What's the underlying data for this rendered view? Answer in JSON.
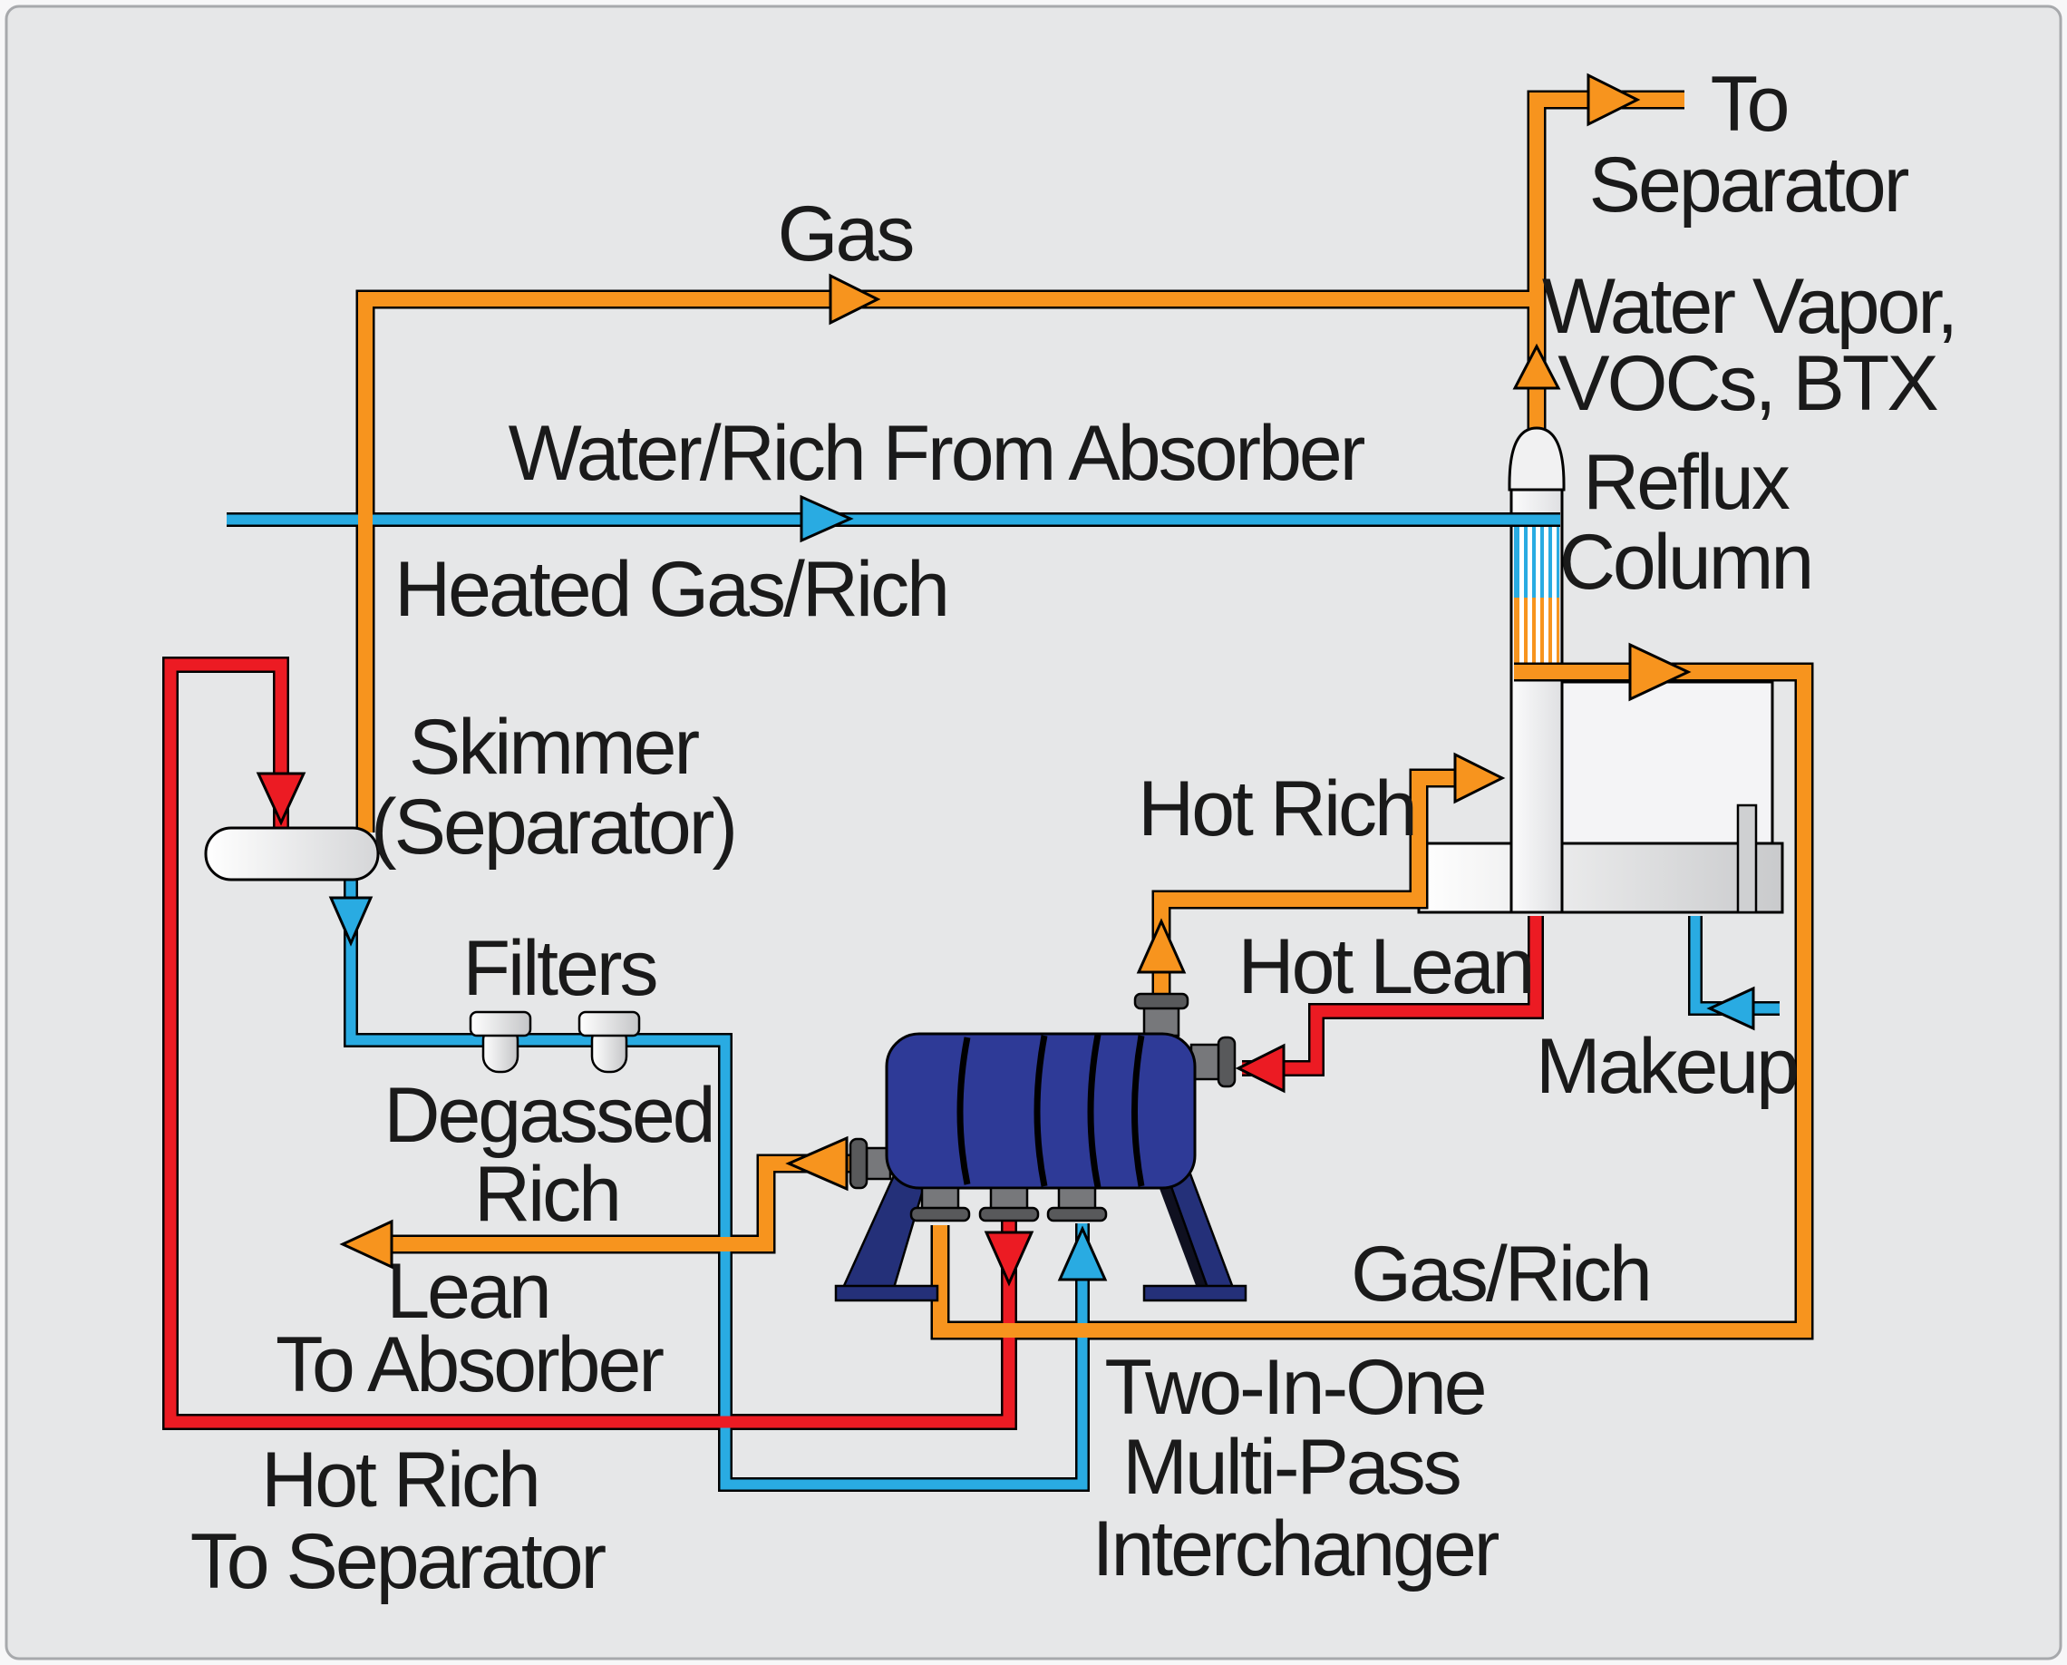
{
  "diagram": {
    "title_hint": "Two-In-One Multi-Pass Interchanger process flow diagram",
    "colors": {
      "gas_hot_stream": "#F7941E",
      "cool_rich_stream": "#29ABE2",
      "hot_lean_stream": "#EC1B23",
      "interchanger_vessel": "#2E3A97",
      "panel_background": "#E6E7E8",
      "label_text": "#1A1A1A"
    },
    "labels": {
      "gas": "Gas",
      "to_separator_line1": "To",
      "to_separator_line2": "Separator",
      "water_vapor_line1": "Water Vapor,",
      "water_vapor_line2": "VOCs, BTX",
      "water_rich_from_absorber": "Water/Rich From Absorber",
      "heated_gas_rich": "Heated Gas/Rich",
      "reflux_line1": "Reflux",
      "reflux_line2": "Column",
      "skimmer_line1": "Skimmer",
      "skimmer_line2": "(Separator)",
      "hot_rich_to_column": "Hot Rich",
      "hot_lean": "Hot Lean",
      "makeup": "Makeup",
      "filters": "Filters",
      "degassed_line1": "Degassed",
      "degassed_line2": "Rich",
      "lean_line1": "Lean",
      "lean_line2": "To Absorber",
      "gas_rich": "Gas/Rich",
      "hot_rich_sep_line1": "Hot Rich",
      "hot_rich_sep_line2": "To Separator",
      "interchanger_line1": "Two-In-One",
      "interchanger_line2": "Multi-Pass",
      "interchanger_line3": "Interchanger"
    }
  }
}
